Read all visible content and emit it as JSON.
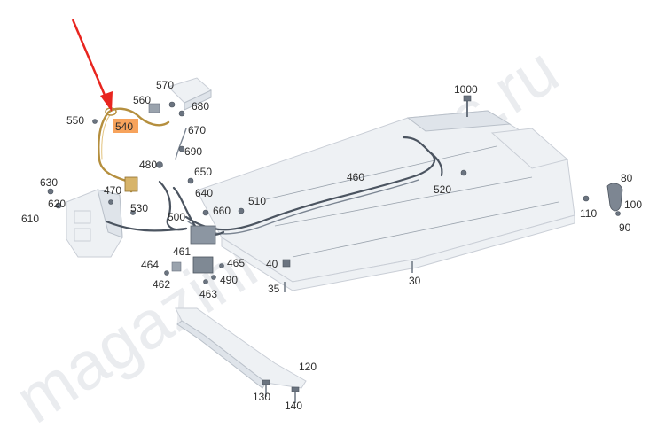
{
  "watermark": "magazinmercedes.ru",
  "highlight": {
    "color": "#f7a35c",
    "arrow_color": "#e8251f",
    "label_color": "#b58f3e"
  },
  "labels": {
    "l1000": "1000",
    "l570": "570",
    "l560": "560",
    "l680": "680",
    "l550": "550",
    "l540": "540",
    "l670": "670",
    "l690": "690",
    "l480": "480",
    "l650": "650",
    "l470": "470",
    "l630": "630",
    "l620": "620",
    "l610": "610",
    "l640": "640",
    "l530": "530",
    "l500": "500",
    "l660": "660",
    "l510": "510",
    "l460": "460",
    "l520": "520",
    "l80": "80",
    "l110": "110",
    "l100": "100",
    "l90": "90",
    "l461": "461",
    "l464": "464",
    "l465": "465",
    "l490": "490",
    "l462": "462",
    "l463": "463",
    "l40": "40",
    "l35": "35",
    "l30": "30",
    "l120": "120",
    "l130": "130",
    "l140": "140"
  }
}
